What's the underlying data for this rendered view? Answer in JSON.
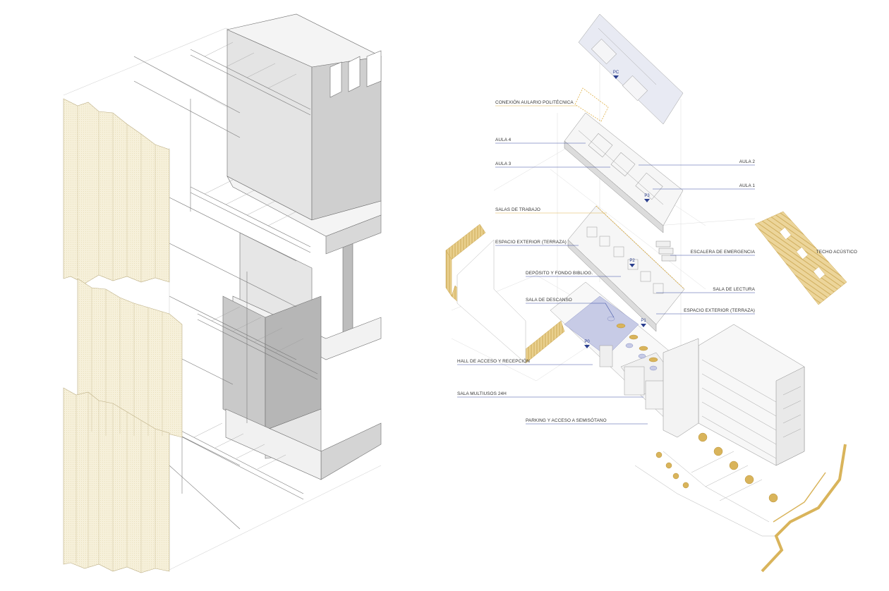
{
  "colors": {
    "leader_blue": "#3a4fa3",
    "leader_orange": "#e0b24a",
    "cladding_cream": "#f3ecd2",
    "wood_gold": "#d9b45b",
    "highlight_blue": "#c7cbe6",
    "line_grey": "#8a8a8a"
  },
  "labels": {
    "conexion": "CONEXIÓN AULARIO POLITÉCNICA",
    "aula4": "AULA 4",
    "aula3": "AULA 3",
    "aula2": "AULA 2",
    "aula1": "AULA 1",
    "salas_trabajo": "SALAS DE TRABAJO",
    "espacio_ext_1": "ESPACIO EXTERIOR (TERRAZA)",
    "escalera": "ESCALERA DE EMERGENCIA",
    "techo": "TECHO ACÚSTICO",
    "deposito": "DEPÓSITO Y FONDO BIBLIOG.",
    "sala_lectura": "SALA DE LECTURA",
    "sala_descanso": "SALA DE DESCANSO",
    "espacio_ext_2": "ESPACIO EXTERIOR (TERRAZA)",
    "hall": "HALL DE ACCESO Y RECEPCIÓN",
    "multiusos": "SALA MULTIUSOS 24H",
    "parking": "PARKING Y ACCESO A SEMISÓTANO"
  },
  "floor_tags": {
    "pc": "PC",
    "p3": "P3",
    "p2": "P2",
    "p1": "P1",
    "p0": "P0"
  }
}
